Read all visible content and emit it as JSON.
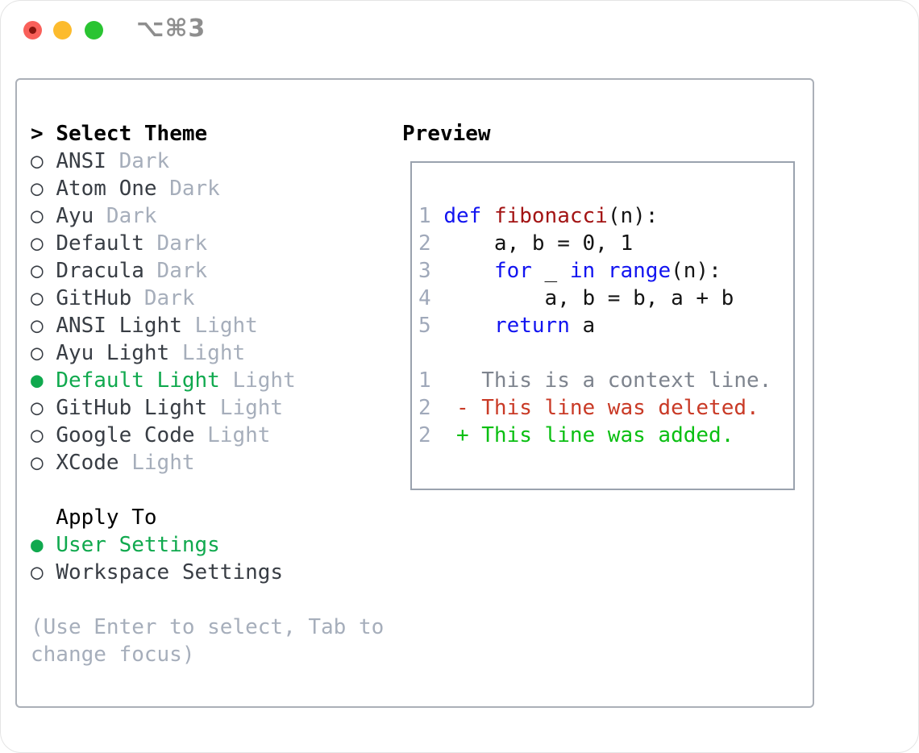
{
  "window": {
    "title": "⌥⌘3",
    "traffic_lights": [
      "close",
      "minimize",
      "zoom"
    ]
  },
  "theme_list": {
    "header_prefix": ">",
    "header_label": "Select Theme",
    "items": [
      {
        "name": "ANSI",
        "variant": "Dark",
        "selected": false
      },
      {
        "name": "Atom One",
        "variant": "Dark",
        "selected": false
      },
      {
        "name": "Ayu",
        "variant": "Dark",
        "selected": false
      },
      {
        "name": "Default",
        "variant": "Dark",
        "selected": false
      },
      {
        "name": "Dracula",
        "variant": "Dark",
        "selected": false
      },
      {
        "name": "GitHub",
        "variant": "Dark",
        "selected": false
      },
      {
        "name": "ANSI Light",
        "variant": "Light",
        "selected": false
      },
      {
        "name": "Ayu Light",
        "variant": "Light",
        "selected": false
      },
      {
        "name": "Default Light",
        "variant": "Light",
        "selected": true
      },
      {
        "name": "GitHub Light",
        "variant": "Light",
        "selected": false
      },
      {
        "name": "Google Code",
        "variant": "Light",
        "selected": false
      },
      {
        "name": "XCode",
        "variant": "Light",
        "selected": false
      }
    ]
  },
  "apply_to": {
    "label": "Apply To",
    "options": [
      {
        "name": "User Settings",
        "selected": true
      },
      {
        "name": "Workspace Settings",
        "selected": false
      }
    ]
  },
  "hint_lines": [
    "(Use Enter to select, Tab to",
    "change focus)"
  ],
  "preview": {
    "label": "Preview",
    "code_lines": [
      {
        "num": "1",
        "tokens": [
          [
            "def",
            "kw"
          ],
          [
            " ",
            "pl"
          ],
          [
            "fibonacci",
            "fn"
          ],
          [
            "(n):",
            "pl"
          ]
        ]
      },
      {
        "num": "2",
        "tokens": [
          [
            "    a, b = 0, 1",
            "pl"
          ]
        ]
      },
      {
        "num": "3",
        "tokens": [
          [
            "    ",
            "pl"
          ],
          [
            "for",
            "kw"
          ],
          [
            " _ ",
            "pl"
          ],
          [
            "in",
            "kw"
          ],
          [
            " ",
            "pl"
          ],
          [
            "range",
            "kw"
          ],
          [
            "(n):",
            "pl"
          ]
        ]
      },
      {
        "num": "4",
        "tokens": [
          [
            "        a, b = b, a + b",
            "pl"
          ]
        ]
      },
      {
        "num": "5",
        "tokens": [
          [
            "    ",
            "pl"
          ],
          [
            "return",
            "kw"
          ],
          [
            " a",
            "pl"
          ]
        ]
      },
      {
        "num": "",
        "tokens": []
      },
      {
        "num": "1",
        "tokens": [
          [
            "   This is a context line.",
            "ctx"
          ]
        ]
      },
      {
        "num": "2",
        "tokens": [
          [
            " ",
            "pl"
          ],
          [
            "- This line was deleted.",
            "del"
          ]
        ]
      },
      {
        "num": "2",
        "tokens": [
          [
            " ",
            "pl"
          ],
          [
            "+ This line was added.",
            "add"
          ]
        ]
      }
    ]
  },
  "glyphs": {
    "radio_on": "●",
    "radio_off": "○"
  },
  "colors": {
    "accent_green": "#10a94e",
    "keyword_blue": "#1214f0",
    "function_red": "#a31414",
    "deleted_red": "#c93a26",
    "added_green": "#0abf12",
    "context_gray": "#7e848e",
    "line_number_gray": "#a0a9ba",
    "muted_gray": "#a6aebb",
    "text_dark": "#383d44"
  }
}
